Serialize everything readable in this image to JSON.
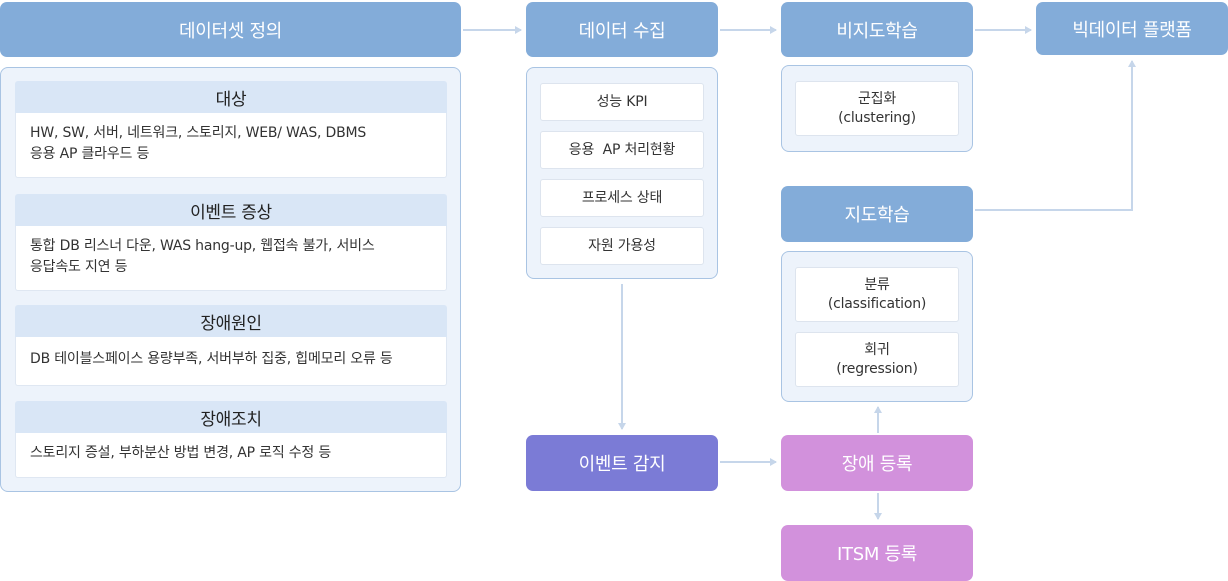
{
  "colors": {
    "header_blue": "#83acd9",
    "panel_bg": "#edf3fb",
    "panel_border": "#a9c4e3",
    "event_purple": "#7b7bd6",
    "register_pink": "#d291dc",
    "connector": "#c6d6ea"
  },
  "data_definition": {
    "title": "데이터셋 정의",
    "sections": [
      {
        "title": "대상",
        "lines": [
          "HW, SW, 서버, 네트워크, 스토리지, WEB/ WAS, DBMS",
          "응용 AP 클라우드 등"
        ]
      },
      {
        "title": "이벤트 증상",
        "lines": [
          "통합 DB 리스너 다운, WAS hang-up, 웹접속 불가, 서비스",
          "응답속도 지연 등"
        ]
      },
      {
        "title": "장애원인",
        "lines": [
          "DB 테이블스페이스 용량부족, 서버부하 집중, 힙메모리 오류 등"
        ]
      },
      {
        "title": "장애조치",
        "lines": [
          "스토리지 증설, 부하분산 방법 변경, AP 로직 수정 등"
        ]
      }
    ]
  },
  "data_collection": {
    "title": "데이터 수집",
    "items": [
      "성능 KPI",
      "응용  AP 처리현황",
      "프로세스 상태",
      "자원 가용성"
    ]
  },
  "event_detection": {
    "title": "이벤트 감지"
  },
  "unsupervised": {
    "title": "비지도학습",
    "items": [
      {
        "name": "군집화",
        "english": "(clustering)"
      }
    ]
  },
  "supervised": {
    "title": "지도학습",
    "items": [
      {
        "name": "분류",
        "english": "(classification)"
      },
      {
        "name": "회귀",
        "english": "(regression)"
      }
    ]
  },
  "big_data": {
    "title": "빅데이터 플랫폼"
  },
  "fault_registration": {
    "title": "장애 등록"
  },
  "itsm_registration": {
    "title": "ITSM 등록"
  }
}
